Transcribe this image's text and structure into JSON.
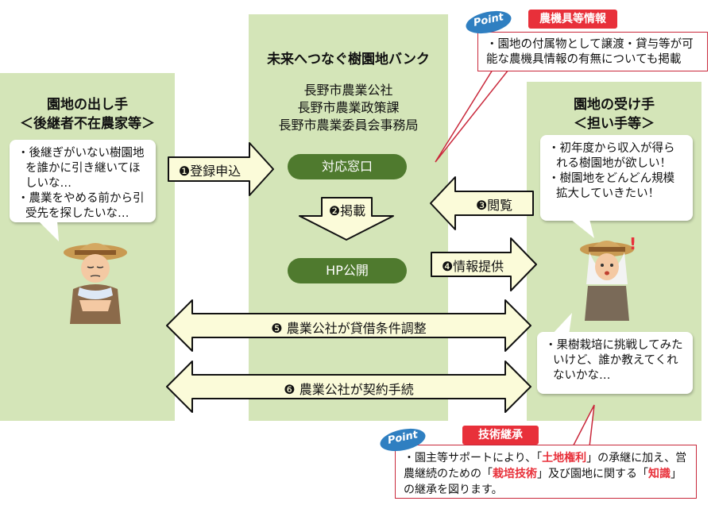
{
  "center": {
    "title": "未来へつなぐ樹園地バンク",
    "orgs": [
      "長野市農業公社",
      "長野市農業政策課",
      "長野市農業委員会事務局"
    ],
    "window_label": "対応窓口",
    "hp_label": "HP公開"
  },
  "left": {
    "title_line1": "園地の出し手",
    "title_line2": "＜後継者不在農家等＞",
    "bubble": [
      "・後継ぎがいない樹園地を誰かに引き継いてほしいな…",
      "・農業をやめる前から引受先を探したいな…"
    ]
  },
  "right": {
    "title_line1": "園地の受け手",
    "title_line2": "＜担い手等＞",
    "bubble_top": [
      "・初年度から収入が得られる樹園地が欲しい！",
      "・樹園地をどんどん規模拡大していきたい！"
    ],
    "bubble_bottom": [
      "・果樹栽培に挑戦してみたいけど、誰か教えてくれないかな…"
    ]
  },
  "arrows": {
    "step1": "❶登録申込",
    "step2": "❷掲載",
    "step3": "❸閲覧",
    "step4": "❹情報提供",
    "step5": "❺ 農業公社が貸借条件調整",
    "step6": "❻ 農業公社が契約手続"
  },
  "callout_top": {
    "point": "Point",
    "tag": "農機具等情報",
    "text": "・園地の付属物として譲渡・貸与等が可能な農機具情報の有無についても掲載"
  },
  "callout_bottom": {
    "point": "Point",
    "tag": "技術継承",
    "t1": "・園主等サポートにより、「",
    "k1": "土地権利",
    "t2": "」の承継に加え、営農継続のための「",
    "k2": "栽培技術",
    "t3": "」及び園地に関する「",
    "k3": "知識",
    "t4": "」の継承を図ります。"
  },
  "colors": {
    "panel": "#d4e5b8",
    "arrow_fill": "#fbfbd9",
    "pill": "#4f7a2e",
    "accent_red": "#e8303a",
    "point_blue": "#2f7fc1"
  }
}
